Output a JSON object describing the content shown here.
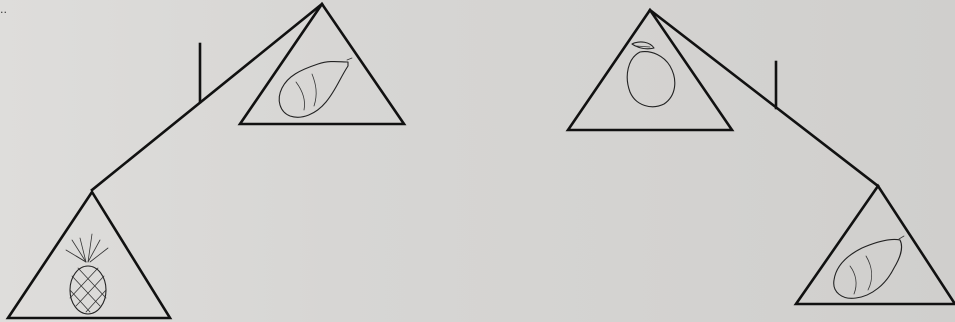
{
  "corner_text": "..",
  "balances": [
    {
      "name": "left-balance",
      "heavier_side": "left",
      "left_pan_fruit": "pineapple",
      "right_pan_fruit": "papaya"
    },
    {
      "name": "right-balance",
      "heavier_side": "right",
      "left_pan_fruit": "mango",
      "right_pan_fruit": "papaya"
    }
  ],
  "icons": [
    "pineapple-icon",
    "papaya-icon",
    "mango-icon"
  ],
  "colors": {
    "paper": "#d9d8d6",
    "ink": "#111111"
  }
}
